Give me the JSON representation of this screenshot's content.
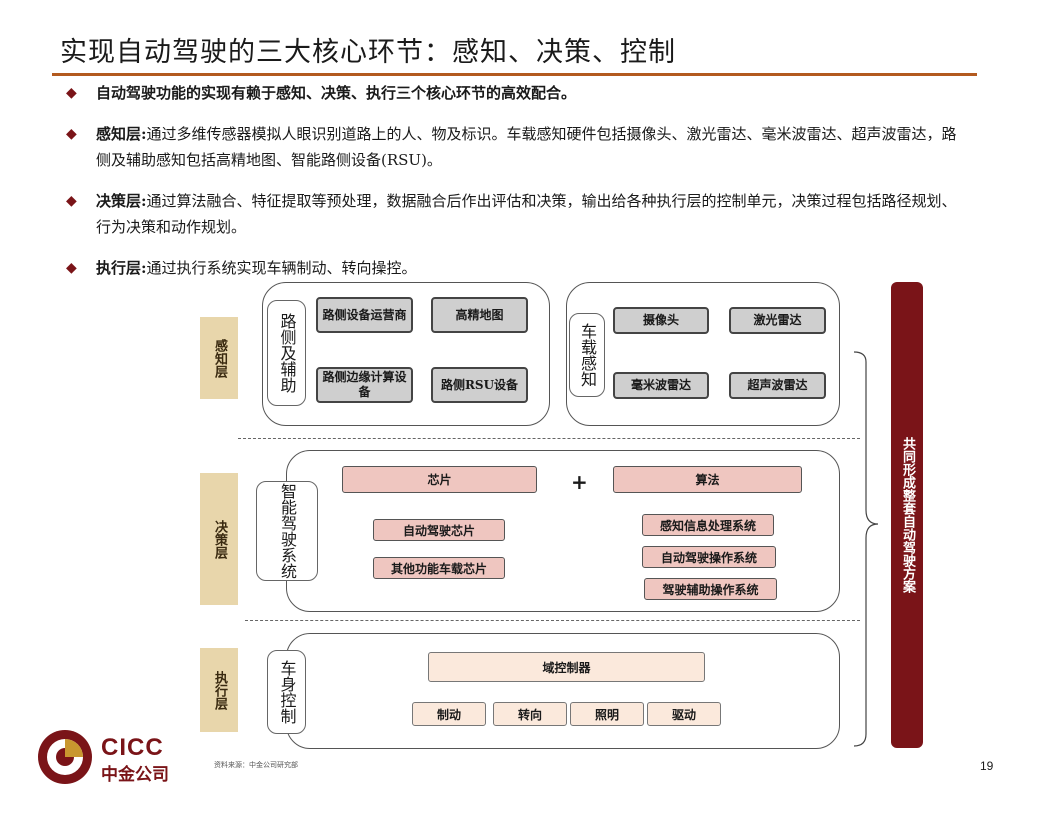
{
  "title": "实现自动驾驶的三大核心环节：感知、决策、控制",
  "bullets": [
    {
      "label": "",
      "text": "自动驾驶功能的实现有赖于感知、决策、执行三个核心环节的高效配合。"
    },
    {
      "label": "感知层:",
      "text": "通过多维传感器模拟人眼识别道路上的人、物及标识。车载感知硬件包括摄像头、激光雷达、毫米波雷达、超声波雷达，路侧及辅助感知包括高精地图、智能路侧设备(RSU)。"
    },
    {
      "label": "决策层:",
      "text": "通过算法融合、特征提取等预处理，数据融合后作出评估和决策，输出给各种执行层的控制单元，决策过程包括路径规划、行为决策和动作规划。"
    },
    {
      "label": "执行层:",
      "text": "通过执行系统实现车辆制动、转向操控。"
    }
  ],
  "diagram": {
    "layers": {
      "perception": "感知层",
      "decision": "决策层",
      "execution": "执行层"
    },
    "roadside": {
      "label": "路侧及辅助",
      "items": [
        "路侧设备运营商",
        "高精地图",
        "路侧边缘计算设备",
        "路侧RSU设备"
      ]
    },
    "vehicle": {
      "label": "车载感知",
      "items": [
        "摄像头",
        "激光雷达",
        "毫米波雷达",
        "超声波雷达"
      ]
    },
    "smart": {
      "label": "智能驾驶系统",
      "chip_header": "芯片",
      "plus": "+",
      "algo_header": "算法",
      "chips": [
        "自动驾驶芯片",
        "其他功能车载芯片"
      ],
      "algos": [
        "感知信息处理系统",
        "自动驾驶操作系统",
        "驾驶辅助操作系统"
      ]
    },
    "body": {
      "label": "车身控制",
      "controller": "域控制器",
      "items": [
        "制动",
        "转向",
        "照明",
        "驱动"
      ]
    },
    "summary": "共同形成整套自动驾驶方案"
  },
  "footer": {
    "source": "资料来源：中金公司研究部",
    "page": "19",
    "logo_en": "CICC",
    "logo_cn": "中金公司"
  },
  "colors": {
    "accent": "#7a1418",
    "rule": "#b35a1f",
    "layer_tag": "#e8d6ab",
    "pink": "#efc6c0",
    "cream": "#fbe9dc"
  }
}
